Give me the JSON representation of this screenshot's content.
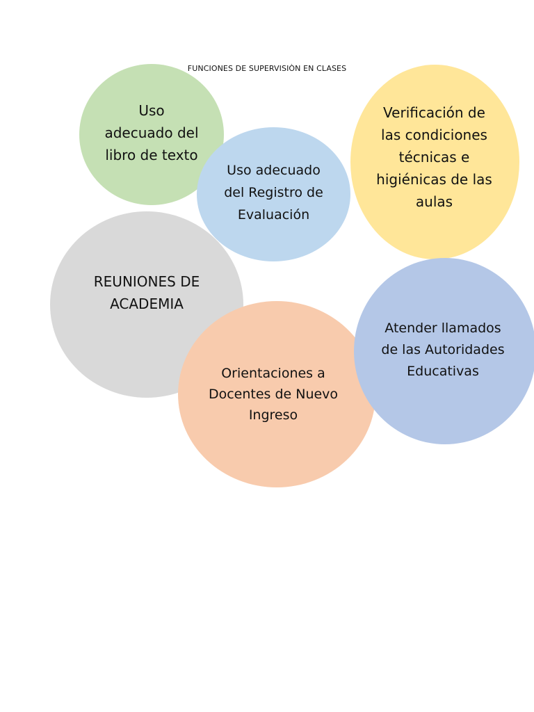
{
  "title": "FUNCIONES DE SUPERVISIÒN EN CLASES",
  "colors": {
    "green": "#c5e0b4",
    "light_blue": "#bdd7ee",
    "yellow": "#ffe699",
    "gray": "#d9d9d9",
    "peach": "#f8cbad",
    "periwinkle": "#b4c7e7"
  },
  "bubbles": {
    "libro": "Uso adecuado del libro de texto",
    "registro": "Uso adecuado del Registro de Evaluación",
    "verificacion": "Verificación de las condiciones técnicas e higiénicas de las aulas",
    "academia": "REUNIONES DE ACADEMIA",
    "atender": "Atender llamados de las Autoridades Educativas",
    "orientaciones": "Orientaciones a Docentes de Nuevo Ingreso"
  }
}
